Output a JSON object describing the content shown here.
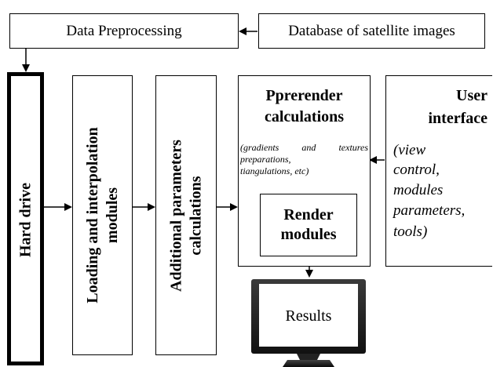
{
  "nodes": {
    "data_preprocessing": "Data Preprocessing",
    "database": "Database of satellite images",
    "hard_drive": "Hard drive",
    "loading_line1": "Loading and interpolation",
    "loading_line2": "modules",
    "additional_line1": "Additional parameters",
    "additional_line2": "calculations",
    "prerender_title1": "Pprerender",
    "prerender_title2": "calculations",
    "prerender_note1": "(gradients and textures",
    "prerender_note2": "preparations,",
    "prerender_note3": "tiangulations, etc)",
    "render_line1": "Render",
    "render_line2": "modules",
    "user_title1": "User",
    "user_title2": "interface",
    "user_note1": "(view",
    "user_note2": "control,",
    "user_note3": "modules",
    "user_note4": "parameters,",
    "user_note5": "tools)",
    "results": "Results"
  }
}
